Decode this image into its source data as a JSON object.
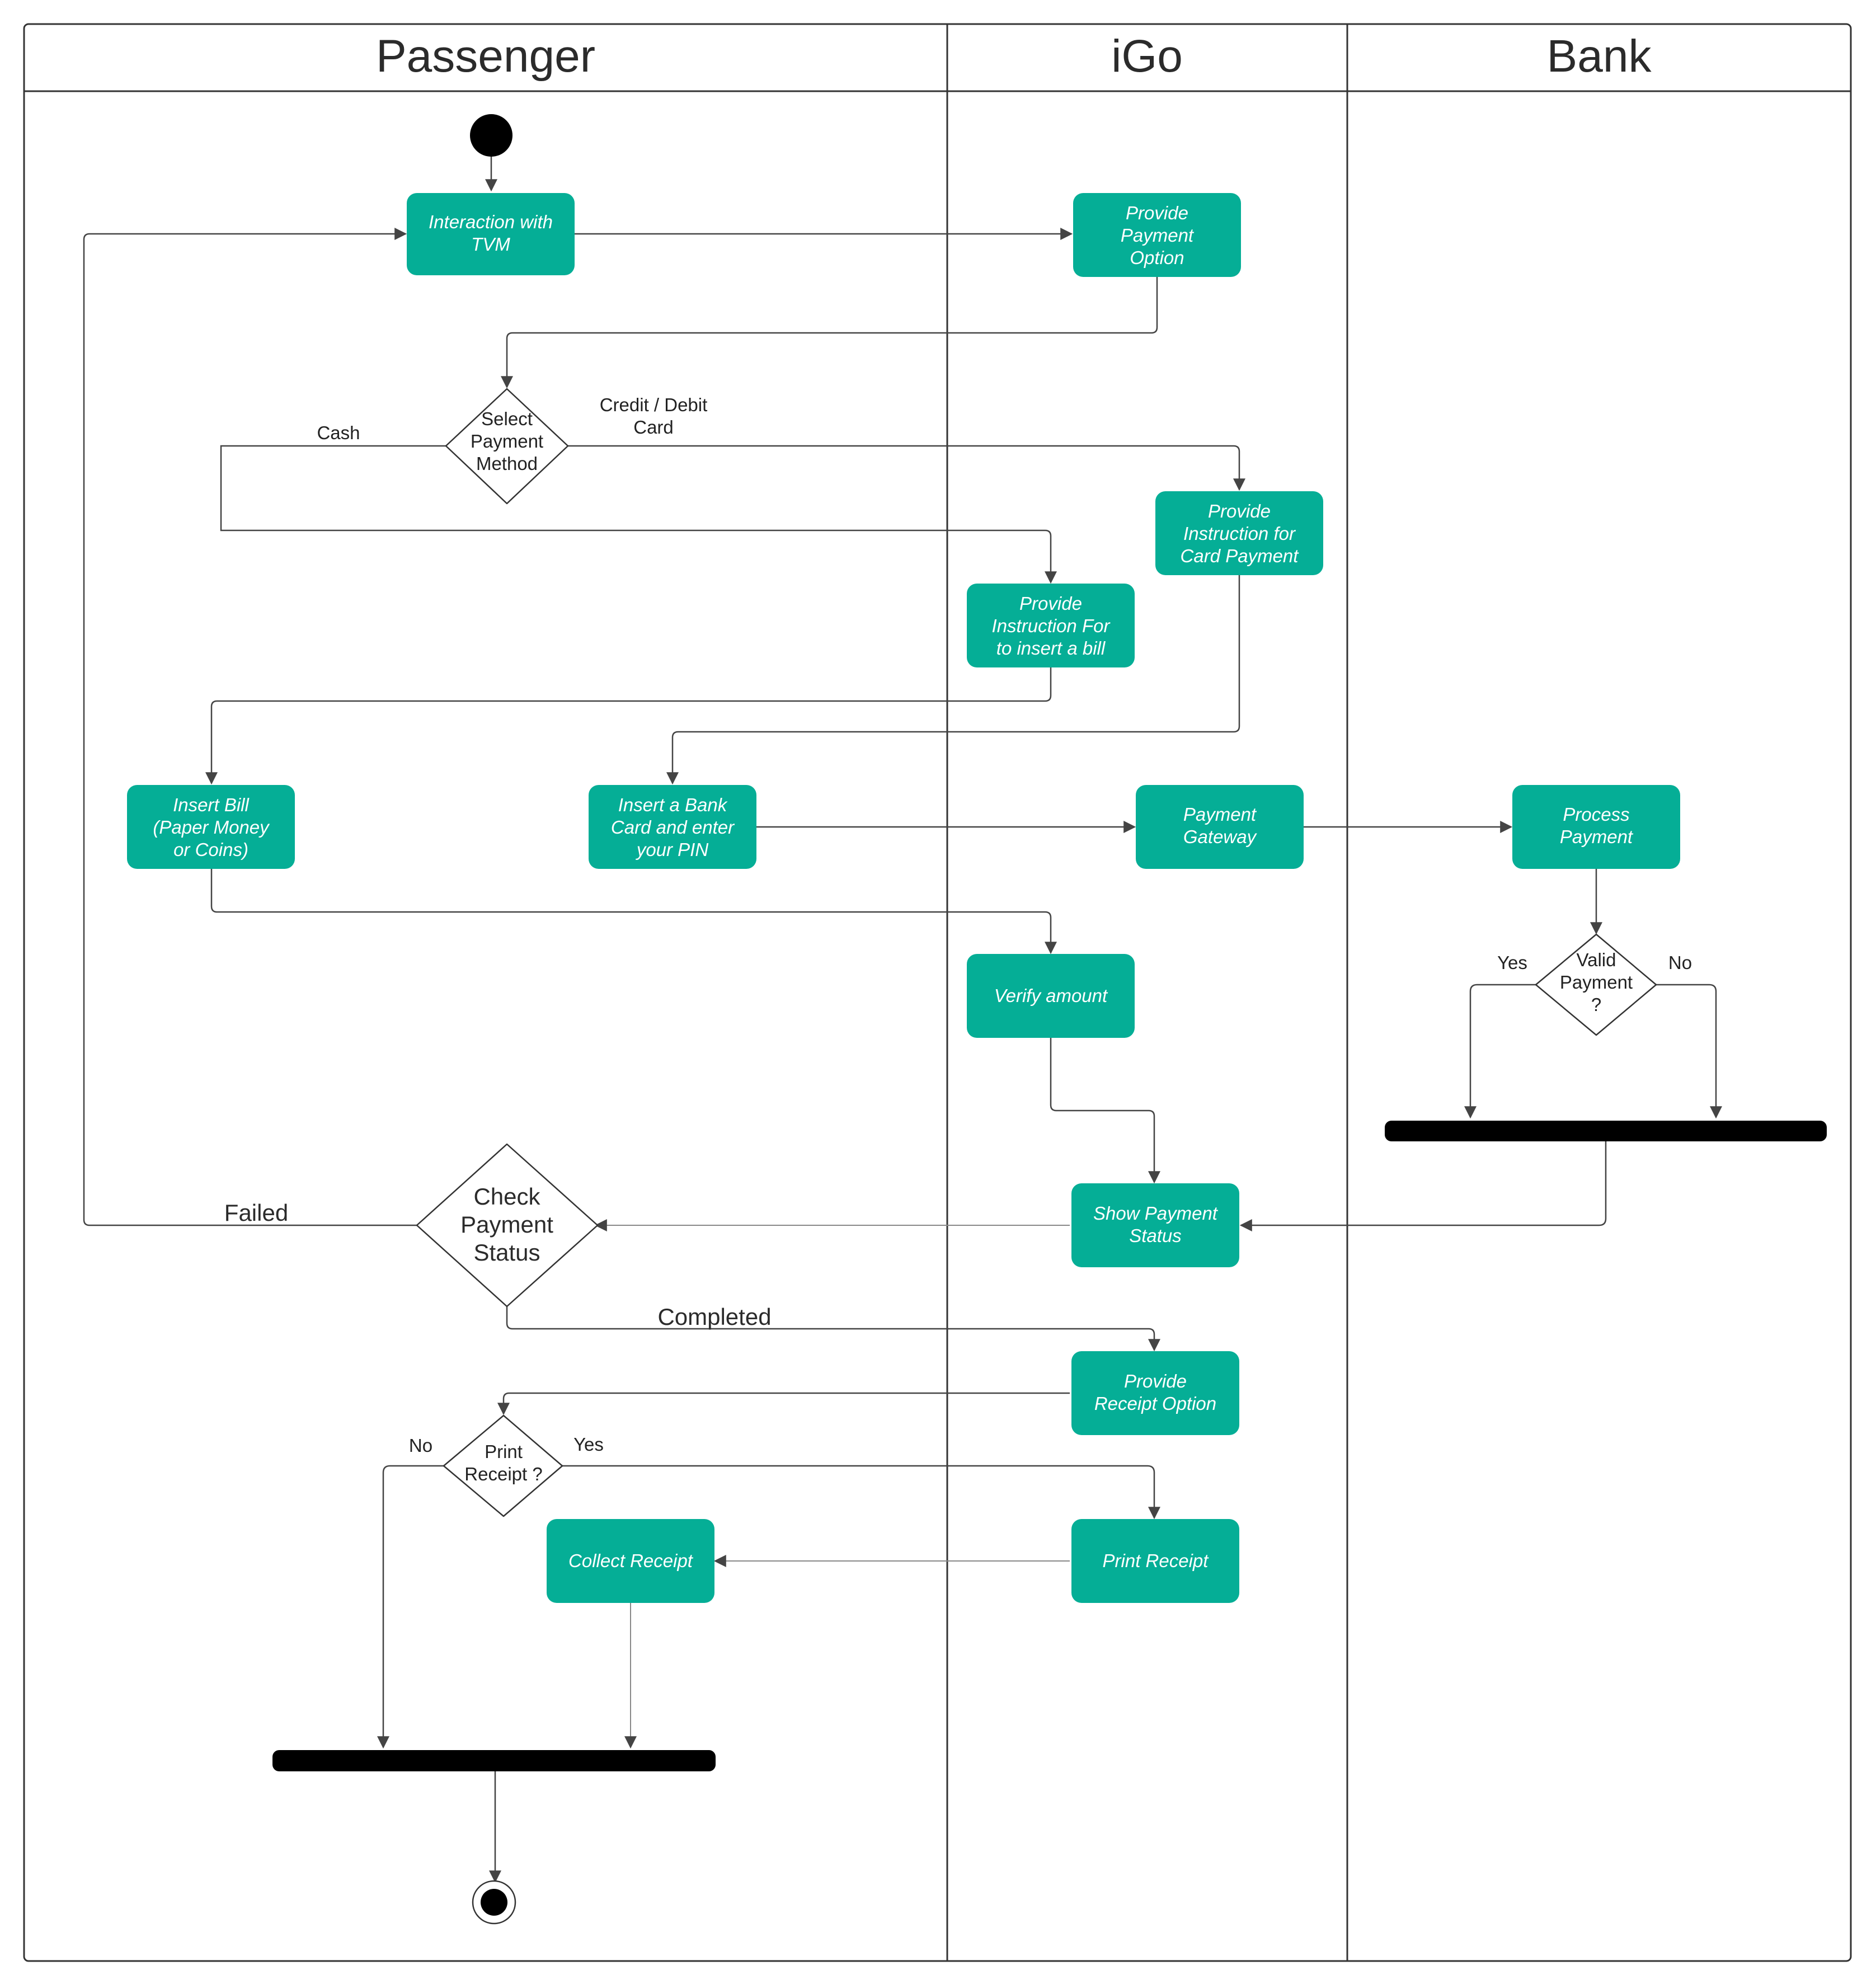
{
  "lanes": {
    "passenger": "Passenger",
    "igo": "iGo",
    "bank": "Bank"
  },
  "activities": {
    "interaction_tvm": [
      "Interaction with",
      "TVM"
    ],
    "provide_payment_option": [
      "Provide",
      "Payment",
      "Option"
    ],
    "provide_card_instruction": [
      "Provide",
      "Instruction for",
      "Card Payment"
    ],
    "provide_bill_instruction": [
      "Provide",
      "Instruction For",
      "to insert a bill"
    ],
    "insert_bill": [
      "Insert Bill",
      "(Paper Money",
      "or Coins)"
    ],
    "insert_card": [
      "Insert a Bank",
      "Card and enter",
      "your PIN"
    ],
    "payment_gateway": [
      "Payment",
      "Gateway"
    ],
    "process_payment": [
      "Process",
      "Payment"
    ],
    "verify_amount": [
      "Verify amount"
    ],
    "show_payment_status": [
      "Show Payment",
      "Status"
    ],
    "provide_receipt_option": [
      "Provide",
      "Receipt Option"
    ],
    "print_receipt": [
      "Print Receipt"
    ],
    "collect_receipt": [
      "Collect Receipt"
    ]
  },
  "decisions": {
    "select_payment_method": [
      "Select",
      "Payment",
      "Method"
    ],
    "valid_payment": [
      "Valid",
      "Payment",
      "?"
    ],
    "check_payment_status": [
      "Check",
      "Payment",
      "Status"
    ],
    "print_receipt_q": [
      "Print",
      "Receipt ?"
    ]
  },
  "labels": {
    "cash": "Cash",
    "credit_debit": [
      "Credit / Debit",
      "Card"
    ],
    "yes_valid": "Yes",
    "no_valid": "No",
    "failed": "Failed",
    "completed": "Completed",
    "no_print": "No",
    "yes_print": "Yes"
  },
  "colors": {
    "activity": "#05ae96",
    "line": "#444444"
  }
}
